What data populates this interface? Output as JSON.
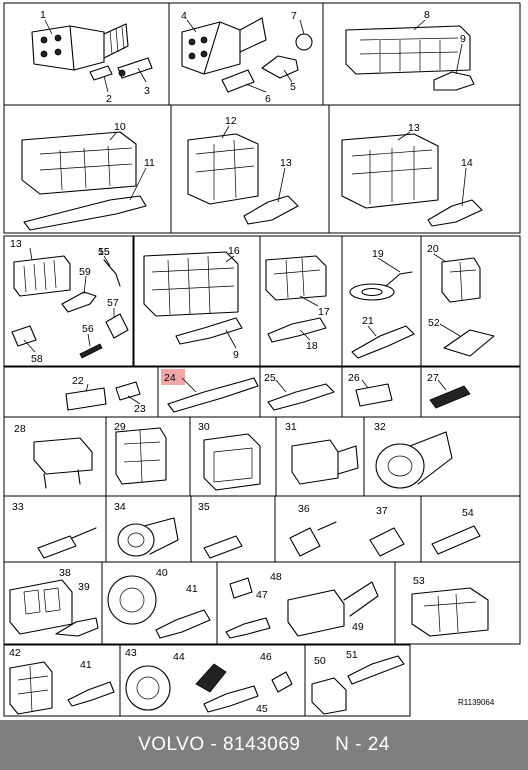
{
  "diagram": {
    "reference": "R1139064",
    "labels": [
      "1",
      "2",
      "3",
      "4",
      "5",
      "6",
      "7",
      "8",
      "9",
      "10",
      "11",
      "12",
      "13",
      "13",
      "14",
      "13",
      "15",
      "55",
      "59",
      "57",
      "56",
      "58",
      "16",
      "9",
      "17",
      "18",
      "19",
      "21",
      "20",
      "52",
      "22",
      "23",
      "24",
      "25",
      "26",
      "27",
      "28",
      "29",
      "30",
      "31",
      "32",
      "33",
      "34",
      "35",
      "36",
      "37",
      "54",
      "38",
      "39",
      "40",
      "41",
      "48",
      "47",
      "49",
      "53",
      "42",
      "41",
      "43",
      "44",
      "46",
      "45",
      "50",
      "51"
    ],
    "highlighted_label": "24",
    "colors": {
      "highlight": "#f2a7a7",
      "footer_bg": "#7f7f7f",
      "footer_text": "#ffffff"
    }
  },
  "footer": {
    "brand": "VOLVO",
    "sep": " - ",
    "part_number": "8143069",
    "gap": "      ",
    "page_ref": "N - 24"
  }
}
